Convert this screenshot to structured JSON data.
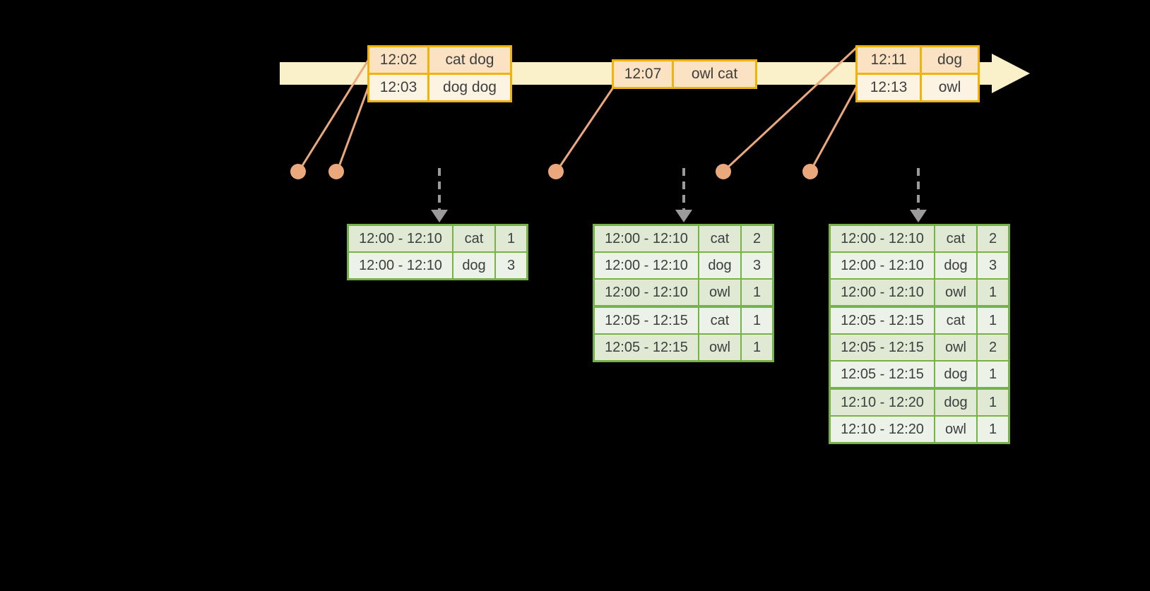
{
  "colors": {
    "background": "#000000",
    "timeline_band": "#FAF0C9",
    "event_table_border": "#EFB310",
    "event_row_dark": "#FAE2C2",
    "event_row_light": "#FDF3E3",
    "connector_and_dots": "#EBA87D",
    "trigger_arrow": "#9B9B9B",
    "result_table_border": "#76B346",
    "result_row_dark": "#DFE9D4",
    "result_row_light": "#EDF2E9",
    "text": "#3E3E3E"
  },
  "event_tables": [
    {
      "rows": [
        {
          "time": "12:02",
          "words": "cat dog"
        },
        {
          "time": "12:03",
          "words": "dog dog"
        }
      ]
    },
    {
      "rows": [
        {
          "time": "12:07",
          "words": "owl cat"
        }
      ]
    },
    {
      "rows": [
        {
          "time": "12:11",
          "words": "dog"
        },
        {
          "time": "12:13",
          "words": "owl"
        }
      ]
    }
  ],
  "result_tables": [
    {
      "rows": [
        {
          "window": "12:00 - 12:10",
          "word": "cat",
          "count": "1"
        },
        {
          "window": "12:00 - 12:10",
          "word": "dog",
          "count": "3"
        }
      ]
    },
    {
      "rows": [
        {
          "window": "12:00 - 12:10",
          "word": "cat",
          "count": "2"
        },
        {
          "window": "12:00 - 12:10",
          "word": "dog",
          "count": "3"
        },
        {
          "window": "12:00 - 12:10",
          "word": "owl",
          "count": "1"
        },
        {
          "window": "12:05 - 12:15",
          "word": "cat",
          "count": "1"
        },
        {
          "window": "12:05 - 12:15",
          "word": "owl",
          "count": "1"
        }
      ]
    },
    {
      "rows": [
        {
          "window": "12:00 - 12:10",
          "word": "cat",
          "count": "2"
        },
        {
          "window": "12:00 - 12:10",
          "word": "dog",
          "count": "3"
        },
        {
          "window": "12:00 - 12:10",
          "word": "owl",
          "count": "1"
        },
        {
          "window": "12:05 - 12:15",
          "word": "cat",
          "count": "1"
        },
        {
          "window": "12:05 - 12:15",
          "word": "owl",
          "count": "2"
        },
        {
          "window": "12:05 - 12:15",
          "word": "dog",
          "count": "1"
        },
        {
          "window": "12:10 - 12:20",
          "word": "dog",
          "count": "1"
        },
        {
          "window": "12:10 - 12:20",
          "word": "owl",
          "count": "1"
        }
      ]
    }
  ]
}
